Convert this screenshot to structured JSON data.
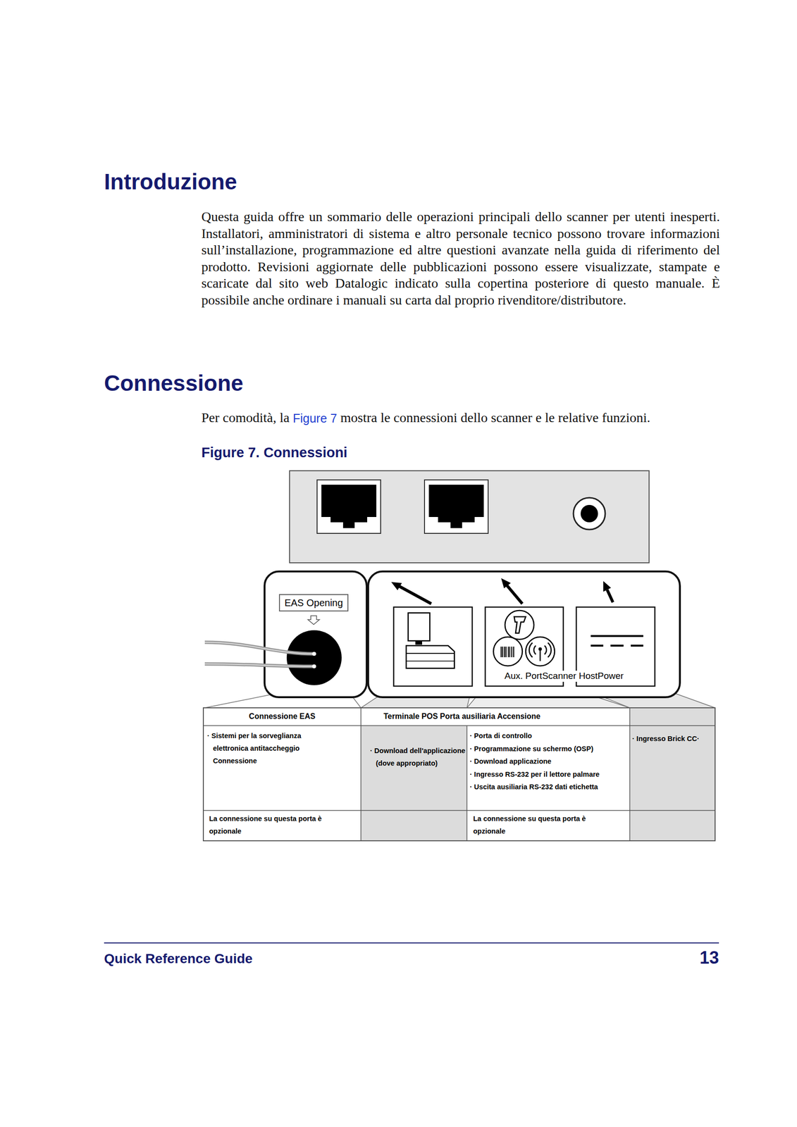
{
  "diagram": {
    "caption": "Figure 7. Connessioni",
    "nodes": [
      {
        "text": [
          "EAS Opening"
        ]
      }
    ],
    "labels": [
      "Introduzione",
      "Questa guida offre un sommario delle operazioni principali dello scanner per utenti inesperti. Installatori, amministratori di sistema e altro personale tecnico possono trovare informazioni sull’installazione, programmazione ed altre questioni avanzate nella guida di riferimento del prodotto. Revisioni aggiornate delle pubblicazioni possono essere visualizzate, stampate e scaricate dal sito web Datalogic indicato sulla copertina posteriore di questo manuale. È possibile anche ordinare i manuali su carta dal proprio rivenditore/distributore.",
      "Connessione",
      "Per comodità, la",
      "Figure 7",
      "mostra le connessioni dello scanner e le relative funzioni.",
      "Aux. PortScanner HostPower",
      "Connessione EAS",
      "Terminale POS Porta ausiliaria Accensione",
      "· Sistemi per la sorveglianza elettronica antitaccheggio Connessione",
      "· Download dell'applicazione (dove appropriato)",
      "· Porta di controllo",
      "· Programmazione su schermo (OSP)",
      "· Download applicazione",
      "· Ingresso RS-232 per il lettore palmare",
      "· Uscita ausiliaria RS-232 dati etichetta",
      "· Ingresso Brick CC·",
      "La connessione su questa porta è opzionale",
      "La connessione su questa porta è opzionale",
      "Quick Reference Guide",
      "13"
    ]
  }
}
